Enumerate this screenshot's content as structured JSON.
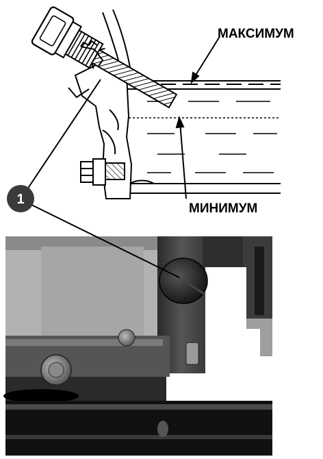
{
  "labels": {
    "max_level": "МАКСИМУМ",
    "min_level": "МИНИМУМ",
    "callout_number": "1"
  },
  "colors": {
    "callout_fill": "#3a3a3a",
    "callout_text": "#ffffff",
    "line": "#000000",
    "photo_dark": "#1c1c1c",
    "photo_mid": "#5a5a5a",
    "photo_light": "#a8a8a8"
  },
  "icons": {
    "callout": "numbered-circle-callout"
  }
}
